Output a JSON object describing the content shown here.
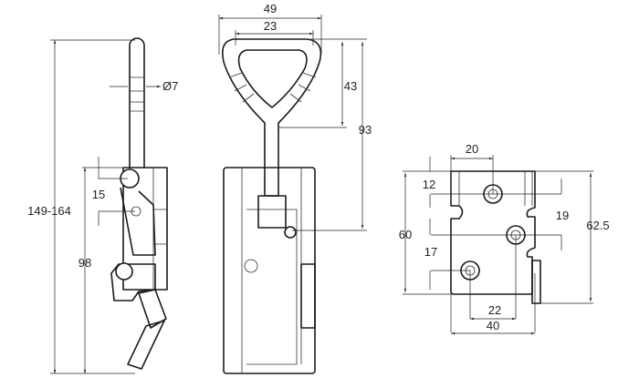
{
  "drawing": {
    "side_view": {
      "overall_height": "149-164",
      "body_height": "98",
      "pivot_offset": "15",
      "handle_diameter": "Ø7"
    },
    "front_view": {
      "outer_width": "49",
      "inner_width": "23",
      "handle_height": "43",
      "handle_to_hook": "93"
    },
    "plate_view": {
      "hole_offset_x": "20",
      "top_hole_y": "12",
      "plate_height": "60",
      "bottom_hole_y": "17",
      "hole_spacing_y": "19",
      "overall_height": "62.5",
      "hole_spacing_x": "22",
      "plate_width": "40"
    }
  }
}
